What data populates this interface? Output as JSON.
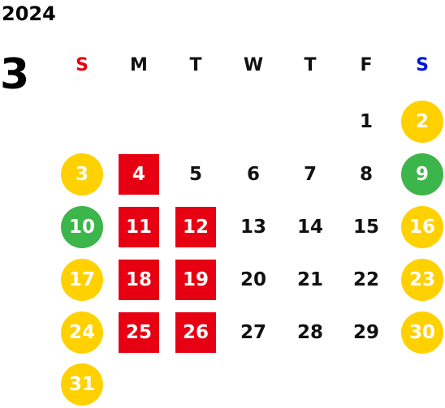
{
  "calendar": {
    "year": "2024",
    "month": "3",
    "weekdays": [
      {
        "label": "S",
        "color": "#e60012"
      },
      {
        "label": "M",
        "color": "#111111"
      },
      {
        "label": "T",
        "color": "#111111"
      },
      {
        "label": "W",
        "color": "#111111"
      },
      {
        "label": "T",
        "color": "#111111"
      },
      {
        "label": "F",
        "color": "#111111"
      },
      {
        "label": "S",
        "color": "#0018d6"
      }
    ],
    "days": [
      {
        "d": "1",
        "col": 5,
        "row": 0,
        "style": "plain"
      },
      {
        "d": "2",
        "col": 6,
        "row": 0,
        "style": "yellow"
      },
      {
        "d": "3",
        "col": 0,
        "row": 1,
        "style": "yellow"
      },
      {
        "d": "4",
        "col": 1,
        "row": 1,
        "style": "red"
      },
      {
        "d": "5",
        "col": 2,
        "row": 1,
        "style": "plain"
      },
      {
        "d": "6",
        "col": 3,
        "row": 1,
        "style": "plain"
      },
      {
        "d": "7",
        "col": 4,
        "row": 1,
        "style": "plain"
      },
      {
        "d": "8",
        "col": 5,
        "row": 1,
        "style": "plain"
      },
      {
        "d": "9",
        "col": 6,
        "row": 1,
        "style": "green"
      },
      {
        "d": "10",
        "col": 0,
        "row": 2,
        "style": "green"
      },
      {
        "d": "11",
        "col": 1,
        "row": 2,
        "style": "red"
      },
      {
        "d": "12",
        "col": 2,
        "row": 2,
        "style": "red"
      },
      {
        "d": "13",
        "col": 3,
        "row": 2,
        "style": "plain"
      },
      {
        "d": "14",
        "col": 4,
        "row": 2,
        "style": "plain"
      },
      {
        "d": "15",
        "col": 5,
        "row": 2,
        "style": "plain"
      },
      {
        "d": "16",
        "col": 6,
        "row": 2,
        "style": "yellow"
      },
      {
        "d": "17",
        "col": 0,
        "row": 3,
        "style": "yellow"
      },
      {
        "d": "18",
        "col": 1,
        "row": 3,
        "style": "red"
      },
      {
        "d": "19",
        "col": 2,
        "row": 3,
        "style": "red"
      },
      {
        "d": "20",
        "col": 3,
        "row": 3,
        "style": "plain"
      },
      {
        "d": "21",
        "col": 4,
        "row": 3,
        "style": "plain"
      },
      {
        "d": "22",
        "col": 5,
        "row": 3,
        "style": "plain"
      },
      {
        "d": "23",
        "col": 6,
        "row": 3,
        "style": "yellow"
      },
      {
        "d": "24",
        "col": 0,
        "row": 4,
        "style": "yellow"
      },
      {
        "d": "25",
        "col": 1,
        "row": 4,
        "style": "red"
      },
      {
        "d": "26",
        "col": 2,
        "row": 4,
        "style": "red"
      },
      {
        "d": "27",
        "col": 3,
        "row": 4,
        "style": "plain"
      },
      {
        "d": "28",
        "col": 4,
        "row": 4,
        "style": "plain"
      },
      {
        "d": "29",
        "col": 5,
        "row": 4,
        "style": "plain"
      },
      {
        "d": "30",
        "col": 6,
        "row": 4,
        "style": "yellow"
      },
      {
        "d": "31",
        "col": 0,
        "row": 5,
        "style": "yellow"
      }
    ],
    "styles": {
      "yellow": "#ffd100",
      "green": "#3cb54a",
      "red": "#e60012"
    }
  }
}
